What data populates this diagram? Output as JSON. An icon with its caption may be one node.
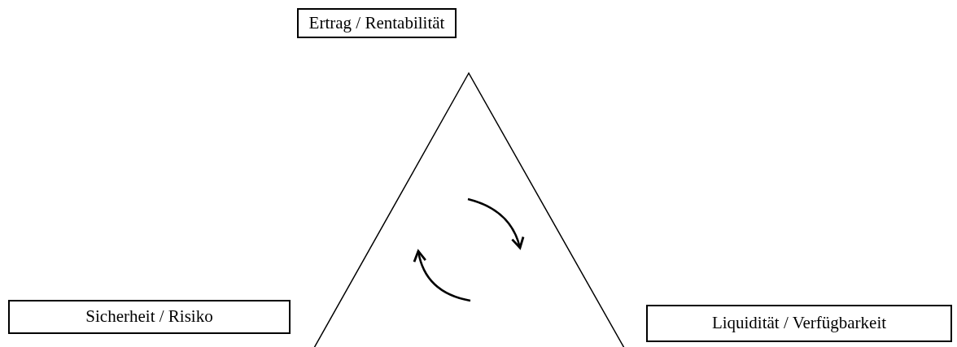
{
  "diagram": {
    "nodes": [
      {
        "text": [
          "Ertrag / Rentabilität"
        ]
      },
      {
        "text": [
          "Sicherheit / Risiko"
        ]
      },
      {
        "text": [
          "Liquidität / Verfügbarkeit"
        ]
      }
    ],
    "edges": []
  }
}
